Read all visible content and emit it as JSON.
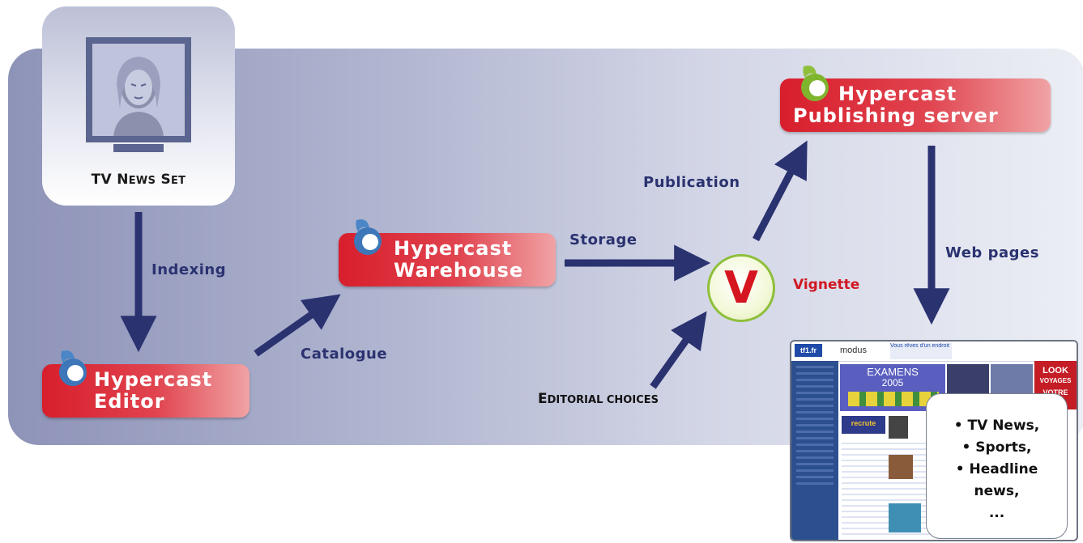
{
  "tv_set": {
    "label_big": "TV N",
    "label_small1": "EWS",
    "label_mid": " S",
    "label_small2": "ET"
  },
  "flow_labels": {
    "indexing": "Indexing",
    "catalogue": "Catalogue",
    "storage": "Storage",
    "publication": "Publication",
    "web_pages": "Web pages",
    "editorial_big": "E",
    "editorial_small": "DITORIAL CHOICES"
  },
  "nodes": {
    "editor": {
      "line1": "Hypercast",
      "line2": "Editor"
    },
    "warehouse": {
      "line1": "Hypercast",
      "line2": "Warehouse"
    },
    "publishing": {
      "line1": "Hypercast",
      "line2": "Publishing server"
    },
    "vignette": {
      "symbol": "V",
      "label": "Vignette"
    }
  },
  "website": {
    "logo": "tf1.fr",
    "brand": "modus",
    "headline": "Vous rêves d'un endroit",
    "banner_big": "EXAMENS",
    "banner_year": "2005",
    "promo": "recrute",
    "ad_top": "LOOK",
    "ad_bottom": "VOYAGES",
    "ad_extra": "VOTRE"
  },
  "callout": {
    "line1": "• TV News,",
    "line2": "• Sports,",
    "line3": "• Headline",
    "line4": "news,",
    "line5": "..."
  },
  "colors": {
    "brand_red": "#d81e2c",
    "arrow_navy": "#2a3270",
    "vignette_green": "#8fbf3a"
  }
}
